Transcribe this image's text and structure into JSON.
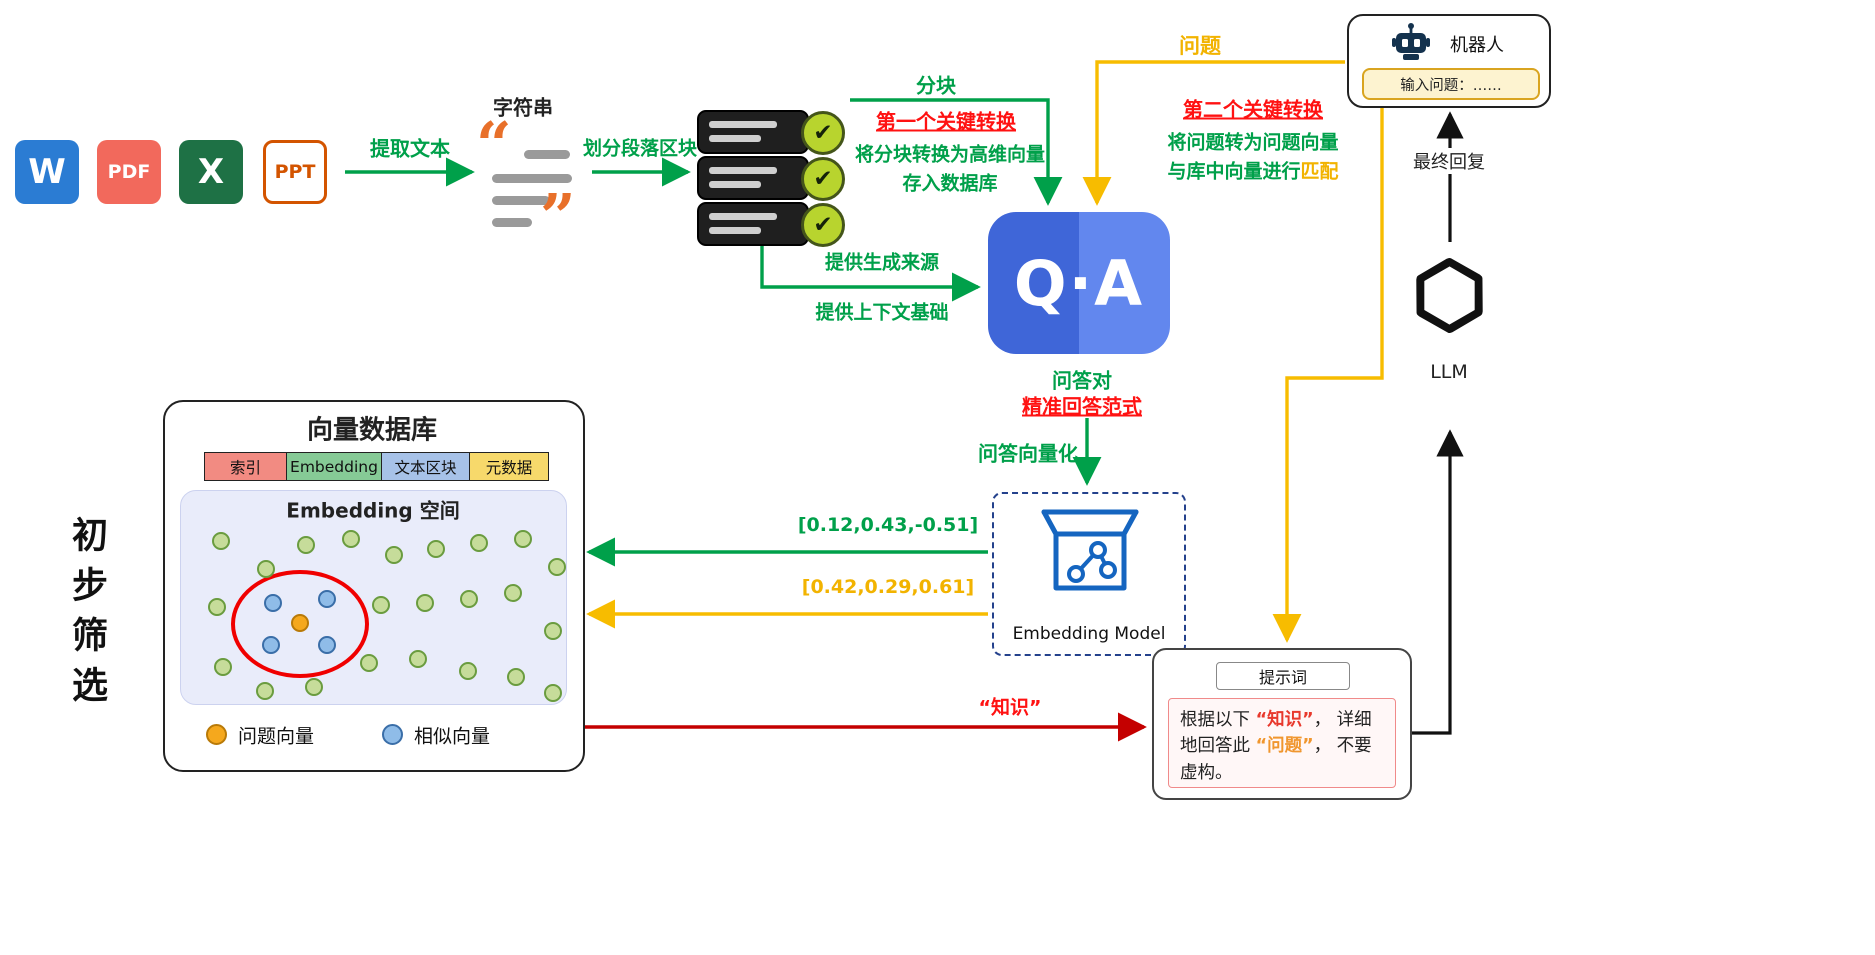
{
  "files": {
    "word": "W",
    "pdf": "PDF",
    "excel": "X",
    "ppt": "PPT"
  },
  "flow": {
    "extract_text": "提取文本",
    "string_label": "字符串",
    "split_blocks": "划分段落区块",
    "chunk": "分块",
    "key_transform_1": "第一个关键转换",
    "convert_pre": "将分块转换为",
    "convert_em": "高维向量",
    "store_db": "存入数据库",
    "provide_source": "提供生成来源",
    "provide_context": "提供上下文基础"
  },
  "qa": {
    "logo": "Q·A",
    "pair": "问答对",
    "paradigm": "精准回答范式",
    "vectorize": "问答向量化"
  },
  "embedding": {
    "label": "Embedding Model",
    "vec_green": "[0.12,0.43,-0.51]",
    "vec_yellow": "[0.42,0.29,0.61]"
  },
  "database": {
    "title": "向量数据库",
    "columns": [
      {
        "label": "索引",
        "color": "#f28b82",
        "width": 82
      },
      {
        "label": "Embedding",
        "color": "#86ca96",
        "width": 94
      },
      {
        "label": "文本区块",
        "color": "#a7c2e8",
        "width": 88
      },
      {
        "label": "元数据",
        "color": "#f7d96b",
        "width": 78
      }
    ],
    "space_label": "Embedding 空间",
    "legend": [
      {
        "label": "问题向量",
        "color": "#f5a81d"
      },
      {
        "label": "相似向量",
        "color": "#8fbce8"
      }
    ],
    "dots": {
      "green": [
        [
          40,
          50
        ],
        [
          85,
          78
        ],
        [
          125,
          54
        ],
        [
          170,
          48
        ],
        [
          213,
          64
        ],
        [
          255,
          58
        ],
        [
          298,
          52
        ],
        [
          342,
          48
        ],
        [
          376,
          76
        ],
        [
          36,
          116
        ],
        [
          200,
          114
        ],
        [
          244,
          112
        ],
        [
          288,
          108
        ],
        [
          332,
          102
        ],
        [
          372,
          140
        ],
        [
          42,
          176
        ],
        [
          84,
          200
        ],
        [
          133,
          196
        ],
        [
          188,
          172
        ],
        [
          237,
          168
        ],
        [
          287,
          180
        ],
        [
          335,
          186
        ],
        [
          372,
          202
        ]
      ],
      "blue": [
        [
          92,
          112
        ],
        [
          146,
          108
        ],
        [
          90,
          154
        ],
        [
          146,
          154
        ]
      ],
      "question": [
        119,
        132
      ]
    }
  },
  "side_label": "初步筛选",
  "robot": {
    "name": "机器人",
    "input_label": "输入问题：……"
  },
  "right": {
    "question": "问题",
    "key_transform_2": "第二个关键转换",
    "q2v_pre": "将问题转为",
    "q2v_em": "问题向量",
    "match_pre": "与库中向量进行",
    "match_em": "匹配",
    "final_reply": "最终回复",
    "llm": "LLM"
  },
  "prompt": {
    "title": "提示词",
    "body": [
      {
        "t": "根据以下 ",
        "color": "#222222"
      },
      {
        "t": "“知识”",
        "color": "#e8382c"
      },
      {
        "t": "， 详细地回答此 ",
        "color": "#222222"
      },
      {
        "t": "“问题”",
        "color": "#f0962e"
      },
      {
        "t": "， 不要虚构。",
        "color": "#222222"
      }
    ]
  },
  "knowledge_label": "“知识”",
  "colors": {
    "green_arrow": "#00a04a",
    "yellow_arrow": "#f7bc00",
    "red_arrow": "#c40000",
    "black_arrow": "#111111",
    "qa_blue_left": "#3f66d8",
    "qa_blue_right": "#6287ee"
  }
}
